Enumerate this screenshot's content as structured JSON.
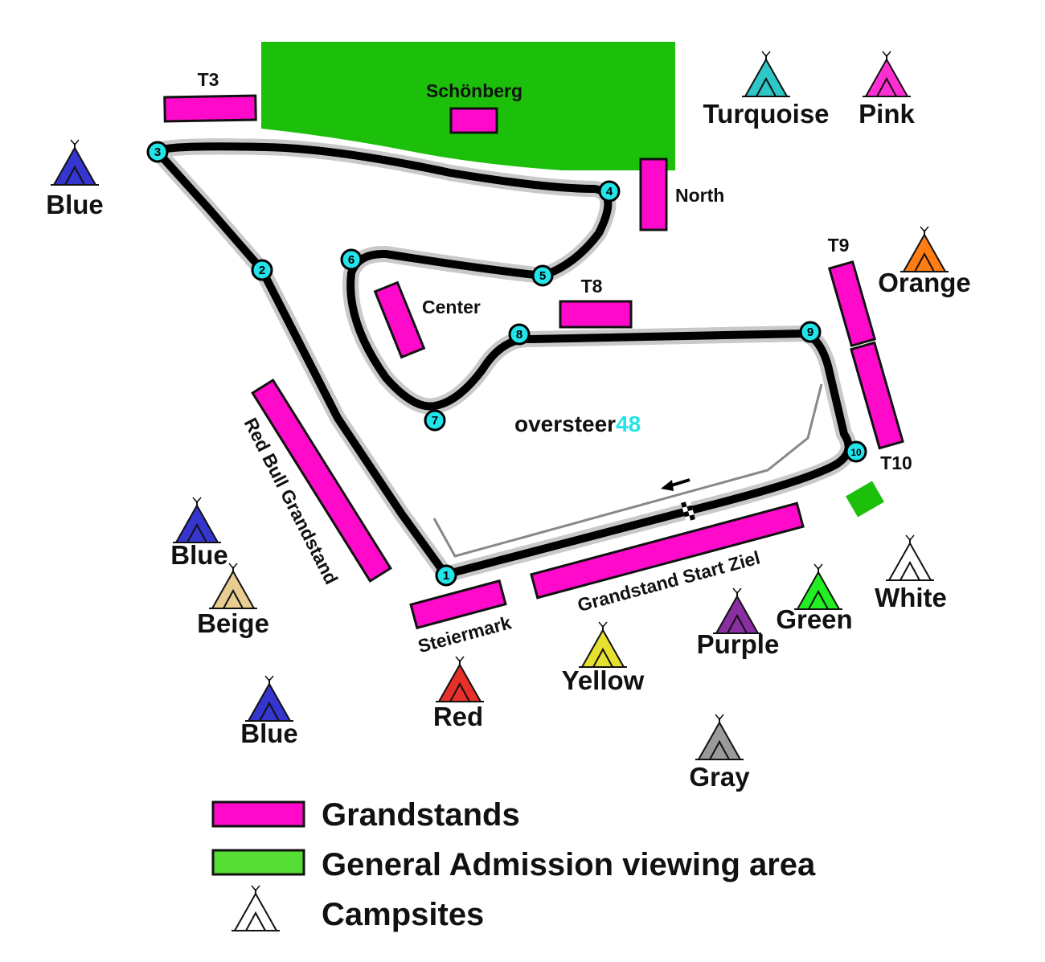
{
  "colors": {
    "grandstand": "#ff0acb",
    "general_admission": "#1cbf0a",
    "legend_ga": "#55dd33",
    "turn_marker": "#22e4ea",
    "brand_accent": "#22e4ea"
  },
  "brand": {
    "name": "oversteer",
    "number": "48"
  },
  "grandstands": {
    "t3": "T3",
    "schonberg": "Schönberg",
    "north": "North",
    "t8": "T8",
    "center": "Center",
    "t9": "T9",
    "t10": "T10",
    "red_bull": "Red Bull Grandstand",
    "steiermark": "Steiermark",
    "start_ziel": "Grandstand Start Ziel"
  },
  "turns": [
    "1",
    "2",
    "3",
    "4",
    "5",
    "6",
    "7",
    "8",
    "9",
    "10"
  ],
  "campsites": [
    {
      "name": "Turquoise",
      "color": "#2ec6c6"
    },
    {
      "name": "Pink",
      "color": "#ff2ed2"
    },
    {
      "name": "Blue",
      "color": "#3535d0"
    },
    {
      "name": "Orange",
      "color": "#ff7d12"
    },
    {
      "name": "Blue",
      "color": "#3535d0"
    },
    {
      "name": "Beige",
      "color": "#e9cc92"
    },
    {
      "name": "Blue",
      "color": "#3535d0"
    },
    {
      "name": "Red",
      "color": "#e8302a"
    },
    {
      "name": "Yellow",
      "color": "#e6e030"
    },
    {
      "name": "Purple",
      "color": "#8a2fa2"
    },
    {
      "name": "Green",
      "color": "#22ee22"
    },
    {
      "name": "White",
      "color": "#ffffff"
    },
    {
      "name": "Gray",
      "color": "#9a9a9a"
    }
  ],
  "legend": {
    "grandstands": "Grandstands",
    "general_admission": "General Admission viewing area",
    "campsites": "Campsites"
  }
}
